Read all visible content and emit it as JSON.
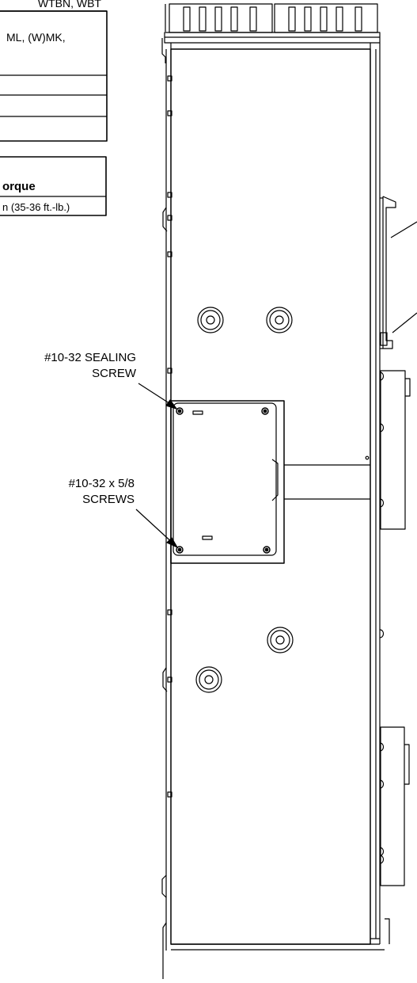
{
  "tables": {
    "upper": {
      "rows": [
        "WTBN, WBT",
        "ML, (W)MK,",
        "",
        "",
        ""
      ]
    },
    "torque": {
      "header": "orque",
      "value": "n (35-36 ft.-lb.)"
    }
  },
  "callouts": {
    "sealing_screw": {
      "line1": "#10-32 SEALING",
      "line2": "SCREW"
    },
    "screws": {
      "line1": "#10-32 x 5/8",
      "line2": "SCREWS"
    }
  },
  "colors": {
    "ink": "#000000",
    "paper": "#ffffff"
  }
}
